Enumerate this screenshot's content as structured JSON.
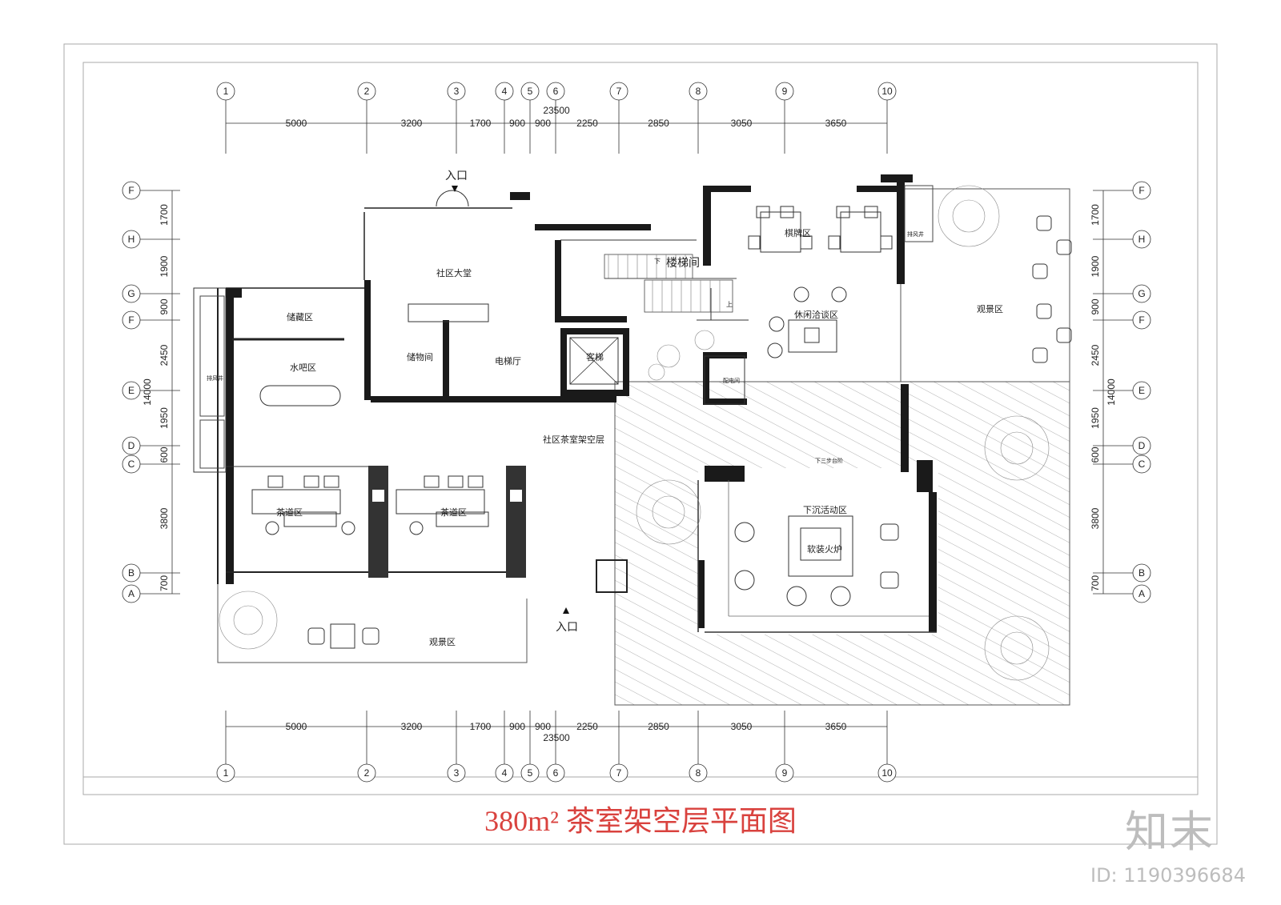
{
  "title": "380m² 茶室架空层平面图",
  "brand": "知末",
  "image_id": "ID: 1190396684",
  "colors": {
    "title": "#d9423e",
    "lines": "#333333",
    "walls": "#1a1a1a",
    "brand": "#bdbdbd"
  },
  "column_axes": [
    "1",
    "2",
    "3",
    "4",
    "5",
    "6",
    "7",
    "8",
    "9",
    "10"
  ],
  "column_spacings": [
    "5000",
    "3200",
    "1700",
    "900",
    "900",
    "2250",
    "2850",
    "3050",
    "3650"
  ],
  "total_width": "23500",
  "row_axes": [
    "F",
    "H",
    "G",
    "F",
    "E",
    "D",
    "C",
    "B",
    "A"
  ],
  "row_spacings": [
    "1700",
    "1900",
    "900",
    "2450",
    "1950",
    "600",
    "3800",
    "700"
  ],
  "total_height": "14000",
  "rooms": {
    "entrance_top": "入口",
    "entrance_bottom": "入口",
    "lobby": "社区大堂",
    "storage_room": "储物间",
    "elevator_hall": "电梯厅",
    "elevator": "客梯",
    "stairwell": "楼梯间",
    "storage_area": "储藏区",
    "water_bar": "水吧区",
    "pilotis": "社区茶室架空层",
    "tea_zone_1": "茶道区",
    "tea_zone_2": "茶道区",
    "view_bottom": "观景区",
    "view_right": "观景区",
    "chess_zone": "棋牌区",
    "lounge": "休闲洽谈区",
    "sunken": "下沉活动区",
    "fireplace": "软装火炉",
    "power_room": "配电间",
    "exhaust_shaft_1": "排风井",
    "exhaust_shaft_2": "排风井",
    "down_steps": "下三步台阶",
    "stair_up": "上",
    "stair_down": "下"
  }
}
